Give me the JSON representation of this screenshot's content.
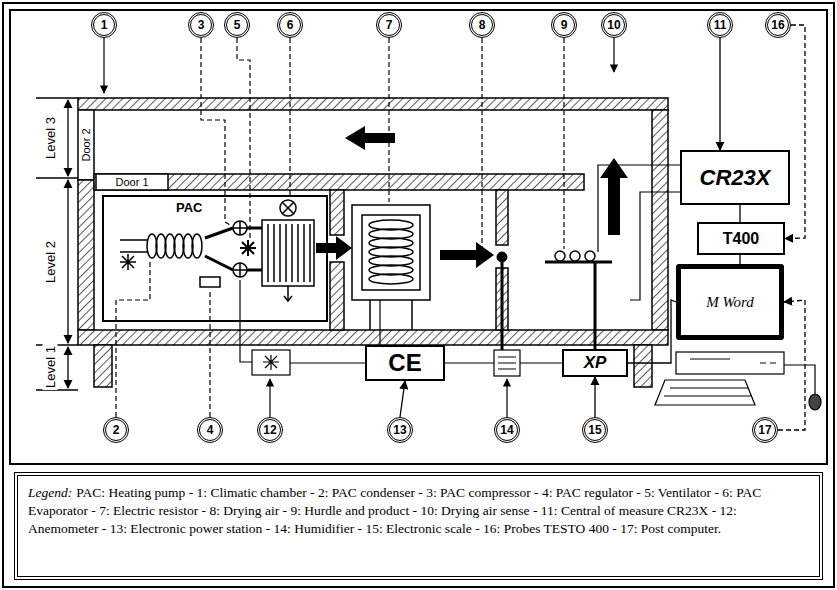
{
  "diagram": {
    "nodes": [
      {
        "text": [
          "1"
        ]
      },
      {
        "text": [
          "3"
        ]
      },
      {
        "text": [
          "5"
        ]
      },
      {
        "text": [
          "6"
        ]
      },
      {
        "text": [
          "7"
        ]
      },
      {
        "text": [
          "8"
        ]
      },
      {
        "text": [
          "9"
        ]
      },
      {
        "text": [
          "10"
        ]
      },
      {
        "text": [
          "11"
        ]
      },
      {
        "text": [
          "16"
        ]
      },
      {
        "text": [
          "PAC"
        ]
      },
      {
        "text": [
          "CR23X"
        ]
      },
      {
        "text": [
          "T400"
        ]
      },
      {
        "text": [
          "M Word"
        ]
      },
      {
        "text": [
          "CE"
        ]
      },
      {
        "text": [
          "XP"
        ]
      },
      {
        "text": [
          "2"
        ]
      },
      {
        "text": [
          "4"
        ]
      },
      {
        "text": [
          "12"
        ]
      },
      {
        "text": [
          "13"
        ]
      },
      {
        "text": [
          "14"
        ]
      },
      {
        "text": [
          "15"
        ]
      },
      {
        "text": [
          "17"
        ]
      },
      {
        "text": [
          "Legend:",
          "PAC: Heating pump - 1: Climatic chamber - 2: PAC condenser - 3: PAC compressor - 4: PAC regulator - 5: Ventilator - 6: PAC Evaporator - 7: Electric resistor - 8: Drying air - 9: Hurdle and product - 10: Drying air sense - 11: Central of measure CR23X - 12: Anemometer - 13: Electronic power station - 14: Humidifier - 15: Electronic scale - 16: Probes TESTO 400 - 17: Post computer."
        ]
      }
    ],
    "edges": [
      {
        "from": 8,
        "to": 11,
        "arrow": "to"
      },
      {
        "from": 9,
        "to": 12,
        "arrow": "to"
      },
      {
        "from": 22,
        "to": 13,
        "arrow": "to"
      },
      {
        "from": 19,
        "to": 14,
        "arrow": "to"
      },
      {
        "from": 21,
        "to": 15,
        "arrow": "to"
      },
      {
        "from": 11,
        "to": 12,
        "arrow": "none"
      },
      {
        "from": 12,
        "to": 13,
        "arrow": "none"
      },
      {
        "from": 15,
        "to": 13,
        "arrow": "none"
      }
    ],
    "labels": [
      "Level 3",
      "Door 2",
      "Level 2",
      "Door 1",
      "Level 1"
    ]
  }
}
